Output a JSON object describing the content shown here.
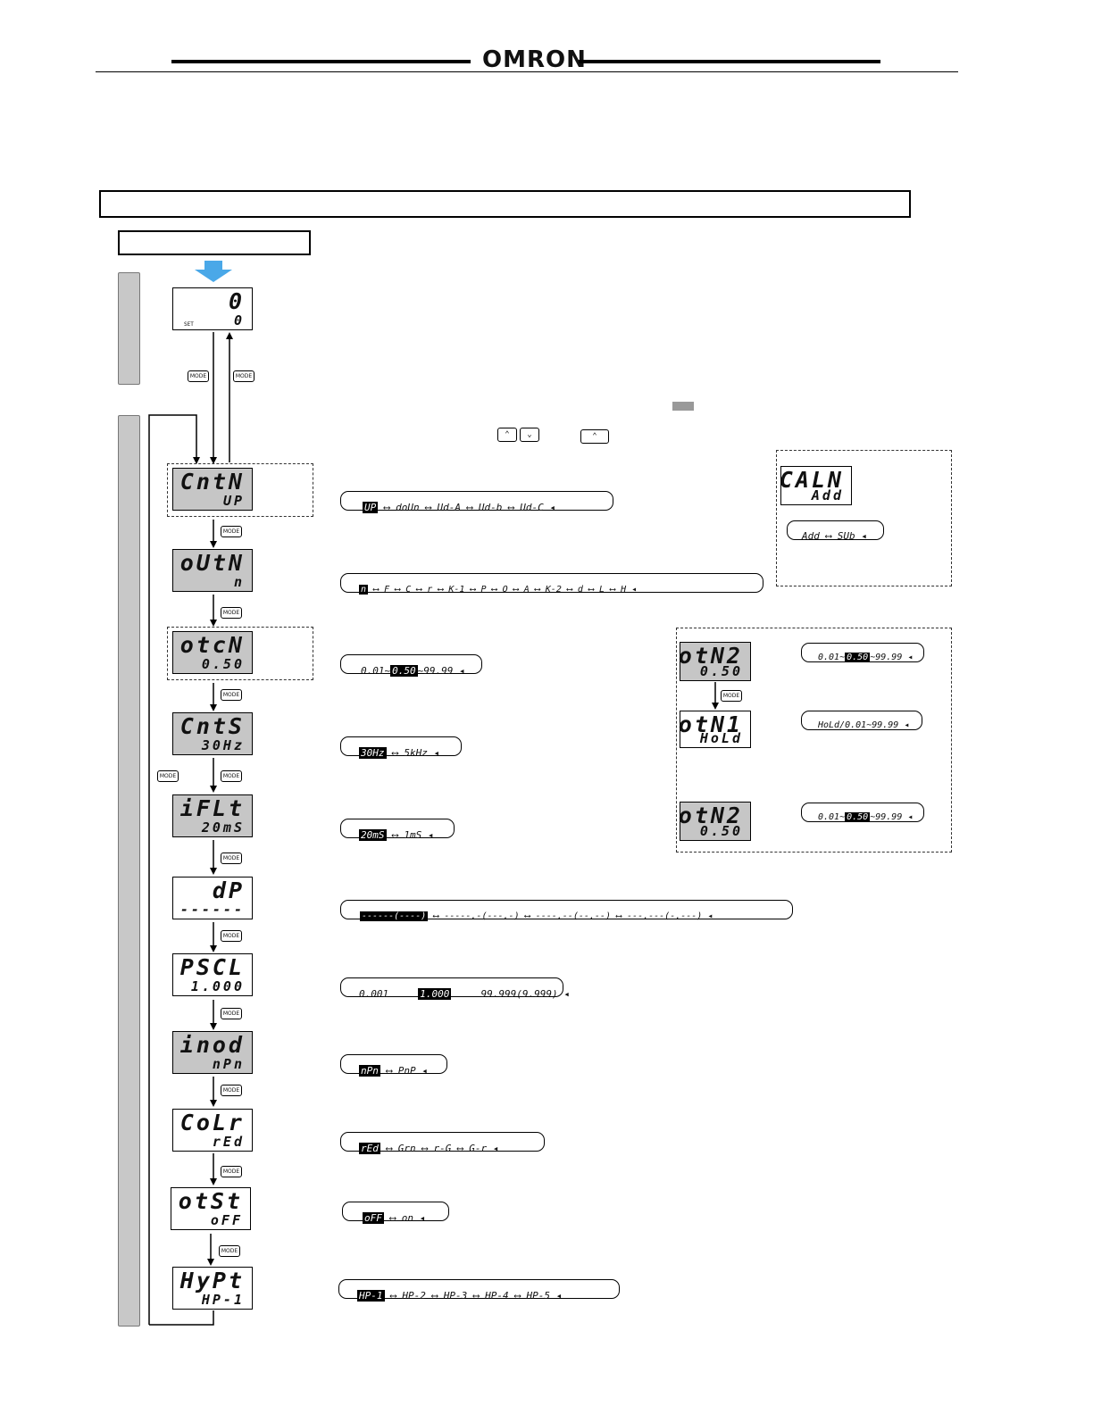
{
  "header": {
    "logo": "OMRON"
  },
  "displays": {
    "run": {
      "top": "0",
      "bottom": "0",
      "set_label": "SET"
    },
    "cntn": {
      "top": "CntN",
      "bottom": "UP"
    },
    "outn": {
      "top": "oUtN",
      "bottom": "n"
    },
    "otcn": {
      "top": "otcN",
      "bottom": "0.50"
    },
    "cnts": {
      "top": "CntS",
      "bottom": "30Hz"
    },
    "iflt": {
      "top": "iFLt",
      "bottom": "20mS"
    },
    "dp": {
      "top": "dP",
      "bottom": "------"
    },
    "pscl": {
      "top": "PSCL",
      "bottom": "1.000"
    },
    "inod": {
      "top": "inod",
      "bottom": "nPn"
    },
    "colr": {
      "top": "CoLr",
      "bottom": "rEd"
    },
    "otst": {
      "top": "otSt",
      "bottom": "oFF"
    },
    "hypt": {
      "top": "HyPt",
      "bottom": "HP-1"
    },
    "caln": {
      "top": "CALN",
      "bottom": "Add"
    },
    "otn2a": {
      "top": "otN2",
      "bottom": "0.50"
    },
    "otn1": {
      "top": "otN1",
      "bottom": "HoLd"
    },
    "otn2b": {
      "top": "otN2",
      "bottom": "0.50"
    }
  },
  "mode_label": "MODE",
  "sequences": {
    "cntn": [
      "UP",
      "doUn",
      "Ud-A",
      "Ud-b",
      "Ud-C"
    ],
    "outn": [
      "n",
      "F",
      "C",
      "r",
      "K-1",
      "P",
      "Q",
      "A",
      "K-2",
      "d",
      "L",
      "H"
    ],
    "otcn": [
      "0.01",
      "0.50",
      "99.99"
    ],
    "cnts": [
      "30Hz",
      "5kHz"
    ],
    "iflt": [
      "20mS",
      "1mS"
    ],
    "dp": [
      "------(----)",
      "-----.-(---.-)",
      "----.--(--.--)",
      "---.---(-.---)"
    ],
    "pscl": [
      "0.001",
      "1.000",
      "99.999(9.999)"
    ],
    "inod": [
      "nPn",
      "PnP"
    ],
    "colr": [
      "rEd",
      "Grn",
      "r-G",
      "G-r"
    ],
    "otst": [
      "oFF",
      "on"
    ],
    "hypt": [
      "HP-1",
      "HP-2",
      "HP-3",
      "HP-4",
      "HP-5"
    ],
    "caln": [
      "Add",
      "SUb"
    ],
    "otn2a": [
      "0.01",
      "0.50",
      "99.99"
    ],
    "otn1": [
      "HoLd/0.01",
      "99.99"
    ],
    "otn2b": [
      "0.01",
      "0.50",
      "99.99"
    ]
  },
  "keys": {
    "updown_up": "⌃",
    "updown_down": "⌄",
    "up_only": "⌃"
  }
}
